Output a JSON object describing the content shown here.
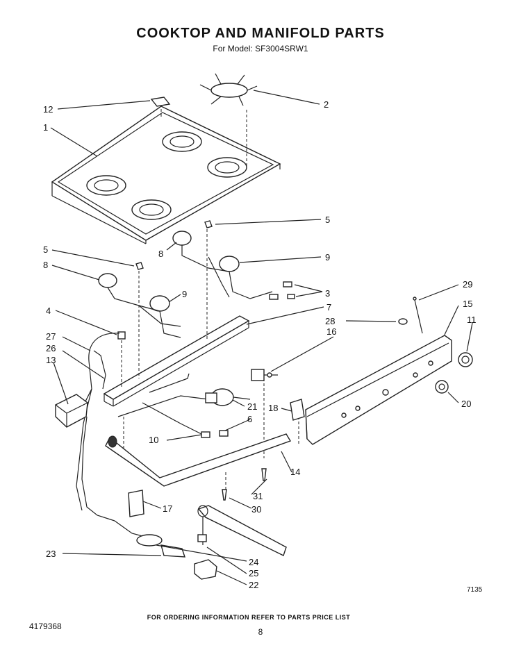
{
  "header": {
    "title": "COOKTOP AND MANIFOLD PARTS",
    "model_line": "For Model: SF3004SRW1"
  },
  "callouts": {
    "c1": "1",
    "c2": "2",
    "c3": "3",
    "c4": "4",
    "c5a": "5",
    "c5b": "5",
    "c6": "6",
    "c7": "7",
    "c8a": "8",
    "c8b": "8",
    "c9a": "9",
    "c9b": "9",
    "c10": "10",
    "c11": "11",
    "c12": "12",
    "c13": "13",
    "c14": "14",
    "c15": "15",
    "c16": "16",
    "c17": "17",
    "c18": "18",
    "c20": "20",
    "c21": "21",
    "c22": "22",
    "c23": "23",
    "c24": "24",
    "c25": "25",
    "c26": "26",
    "c27": "27",
    "c28": "28",
    "c29": "29",
    "c30": "30",
    "c31": "31"
  },
  "figure_number": "7135",
  "footer": {
    "ordering_note": "FOR ORDERING INFORMATION REFER TO PARTS PRICE LIST",
    "doc_number": "4179368",
    "page_number": "8"
  }
}
